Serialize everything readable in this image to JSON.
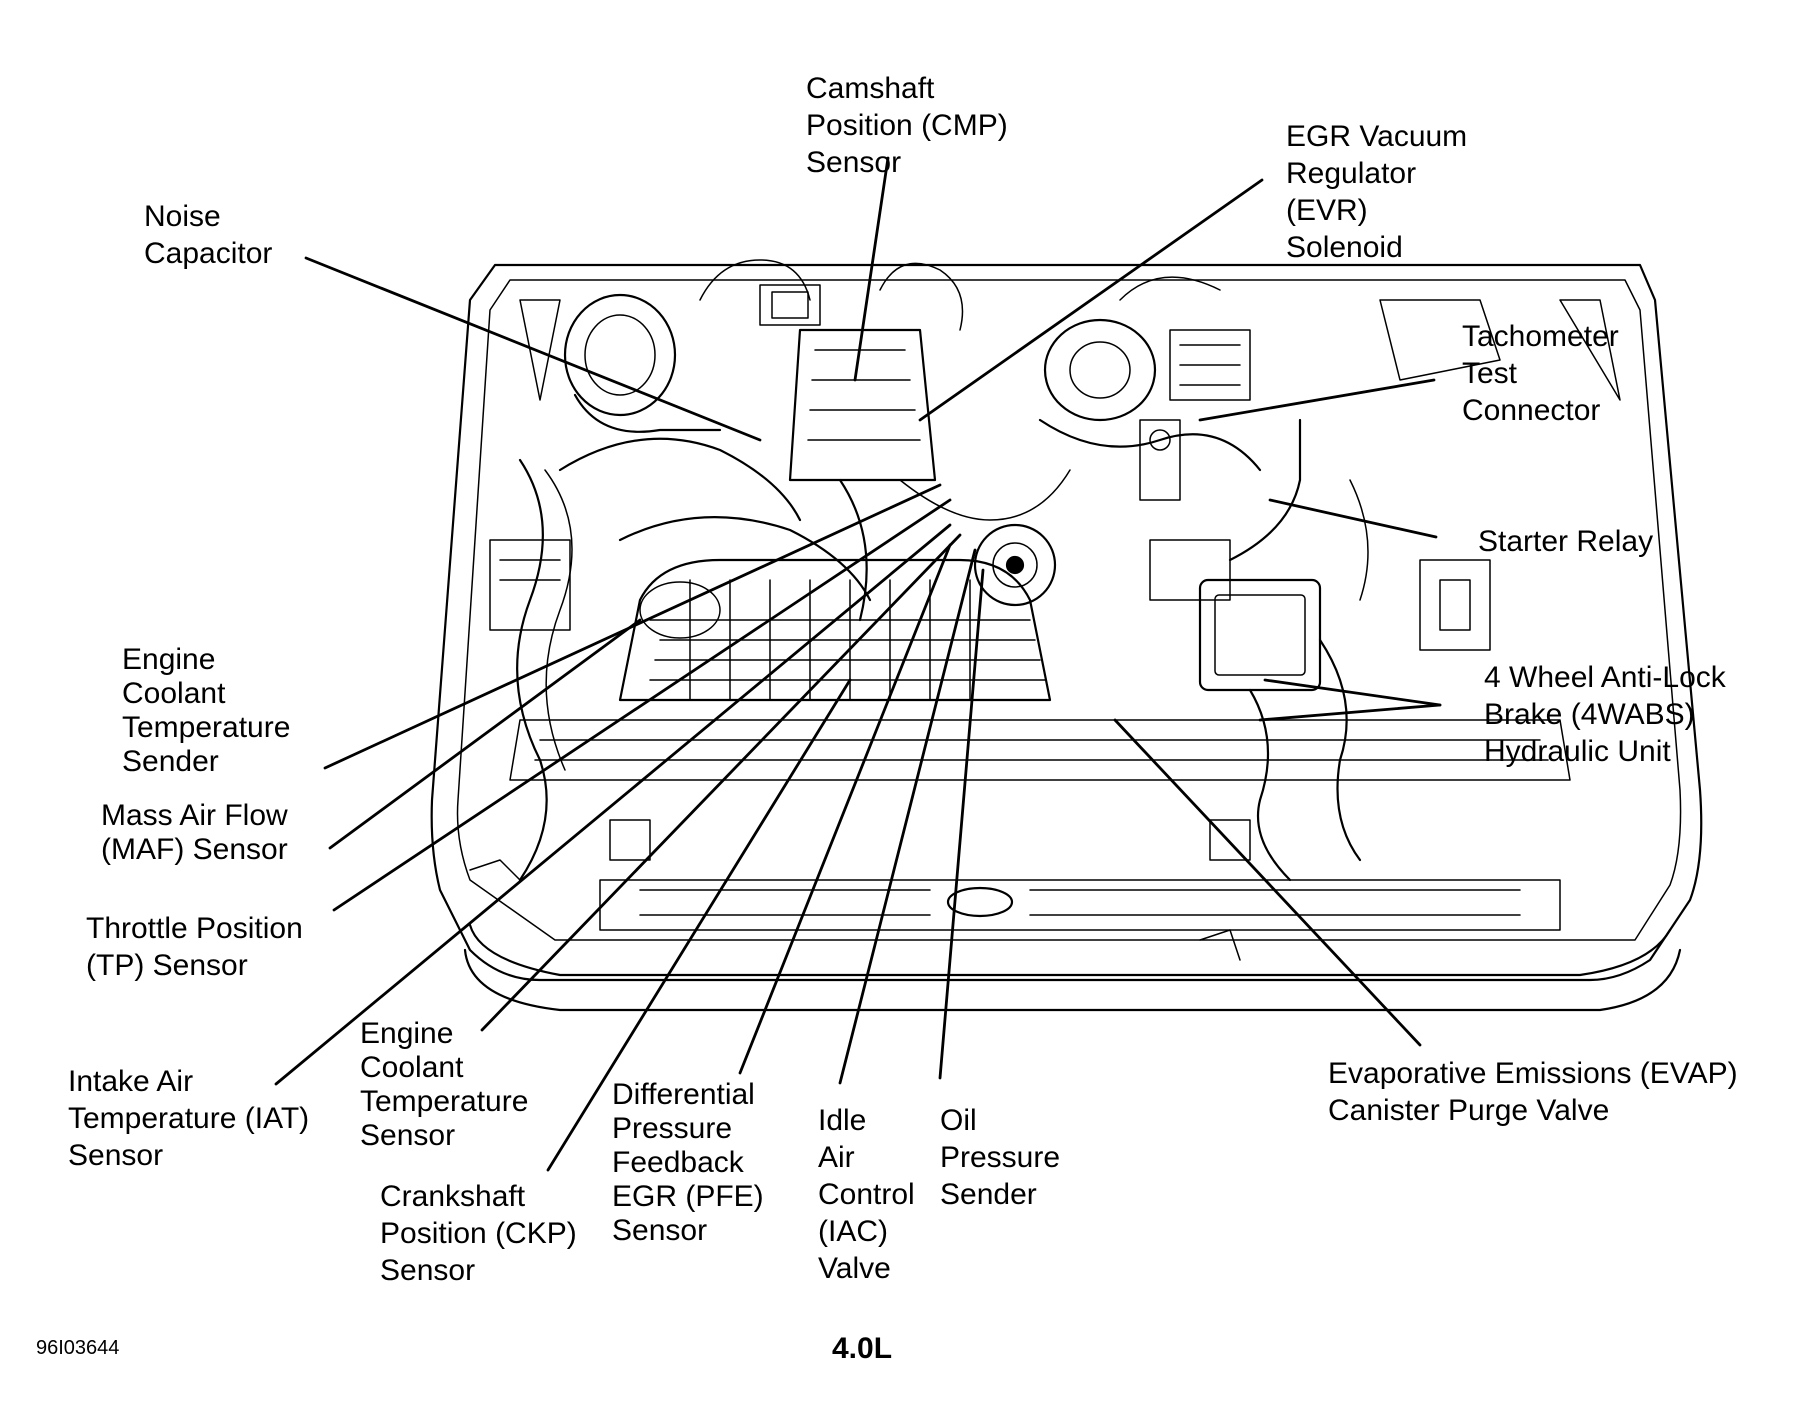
{
  "diagram": {
    "figure_code": "96I03644",
    "engine_label": "4.0L",
    "labels": {
      "camshaft_sensor": [
        "Camshaft",
        "Position (CMP)",
        "Sensor"
      ],
      "egr_vacuum_regulator": [
        "EGR Vacuum",
        "Regulator",
        "(EVR)",
        "Solenoid"
      ],
      "noise_capacitor": [
        "Noise",
        "Capacitor"
      ],
      "tachometer_test_connector": [
        "Tachometer",
        "Test",
        "Connector"
      ],
      "starter_relay": [
        "Starter Relay"
      ],
      "wabs_hydraulic_unit": [
        "4 Wheel Anti-Lock",
        "Brake (4WABS)",
        "Hydraulic Unit"
      ],
      "engine_coolant_temp_sender": [
        "Engine",
        "Coolant",
        "Temperature",
        "Sender"
      ],
      "maf_sensor": [
        "Mass Air Flow",
        "(MAF) Sensor"
      ],
      "tp_sensor": [
        "Throttle Position",
        "(TP) Sensor"
      ],
      "iat_sensor": [
        "Intake Air",
        "Temperature (IAT)",
        "Sensor"
      ],
      "engine_coolant_temp_sensor": [
        "Engine",
        "Coolant",
        "Temperature",
        "Sensor"
      ],
      "ckp_sensor": [
        "Crankshaft",
        "Position (CKP)",
        "Sensor"
      ],
      "pfe_sensor": [
        "Differential",
        "Pressure",
        "Feedback",
        "EGR (PFE)",
        "Sensor"
      ],
      "iac_valve": [
        "Idle",
        "Air",
        "Control",
        "(IAC)",
        "Valve"
      ],
      "oil_pressure_sender": [
        "Oil",
        "Pressure",
        "Sender"
      ],
      "evap_purge_valve": [
        "Evaporative Emissions (EVAP)",
        "Canister Purge Valve"
      ]
    }
  }
}
